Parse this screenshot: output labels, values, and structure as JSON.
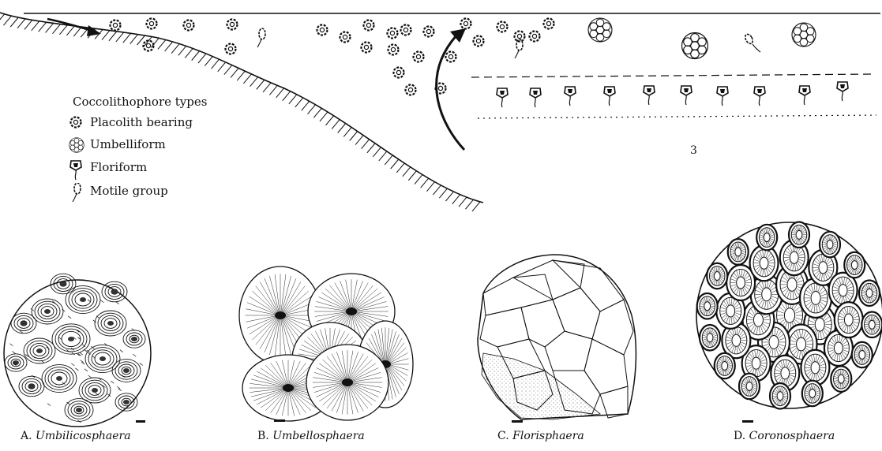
{
  "legend": {
    "title": "Coccolithophore types",
    "items": [
      {
        "label": "Placolith bearing",
        "icon": "placolith-icon"
      },
      {
        "label": "Umbelliform",
        "icon": "umbelliform-icon"
      },
      {
        "label": "Floriform",
        "icon": "floriform-icon"
      },
      {
        "label": "Motile group",
        "icon": "motile-icon"
      }
    ]
  },
  "zone_number": "3",
  "panels": [
    {
      "letter": "A.",
      "genus": "Umbilicosphaera"
    },
    {
      "letter": "B.",
      "genus": "Umbellosphaera"
    },
    {
      "letter": "C.",
      "genus": "Florisphaera"
    },
    {
      "letter": "D.",
      "genus": "Coronosphaera"
    }
  ],
  "colors": {
    "ink": "#111111",
    "paper": "#ffffff",
    "stipple": "#bbbbbb"
  }
}
